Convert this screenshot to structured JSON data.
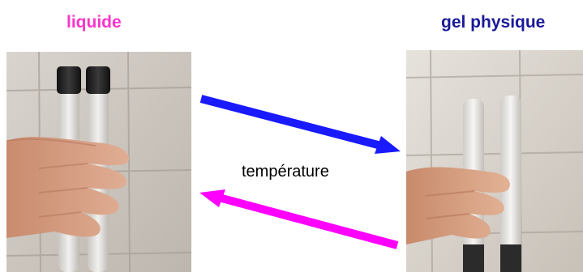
{
  "states": {
    "left_label": "liquide",
    "right_label": "gel physique"
  },
  "transition_label": "température",
  "colors": {
    "left_label": "#ff33cc",
    "right_label": "#1a1a99",
    "forward_arrow": "#1a1aff",
    "reverse_arrow": "#ff00ff"
  },
  "icons": {
    "left_photo": "hand-holding-two-capped-liquid-tubes",
    "right_photo": "hand-holding-two-gel-tubes",
    "forward": "arrow-right-down",
    "reverse": "arrow-left-up"
  }
}
